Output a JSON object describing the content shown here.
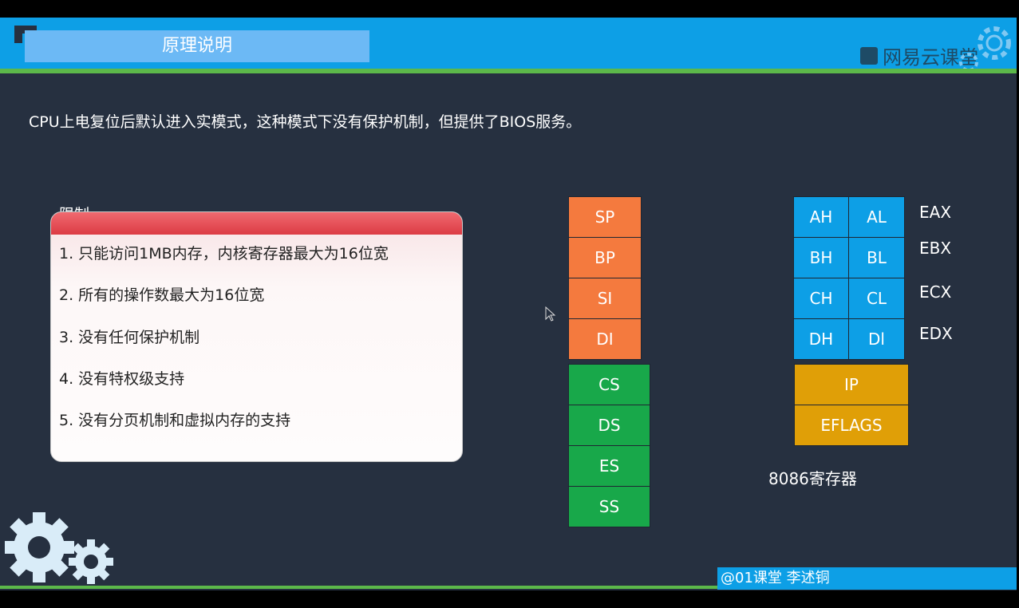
{
  "header": {
    "title": "原理说明",
    "brand": "网易云课堂",
    "brand_icon": "book-icon",
    "colors": {
      "header": "#0d9fe6",
      "accent_green": "#5cb84a",
      "background": "#263040"
    }
  },
  "intro": "CPU上电复位后默认进入实模式，这种模式下没有保护机制，但提供了BIOS服务。",
  "limits": {
    "label": "限制",
    "items": [
      "1. 只能访问1MB内存，内核寄存器最大为16位宽",
      "2. 所有的操作数最大为16位宽",
      "3. 没有任何保护机制",
      "4. 没有特权级支持",
      "5. 没有分页机制和虚拟内存的支持"
    ]
  },
  "registers": {
    "pointer_index": [
      "SP",
      "BP",
      "SI",
      "DI"
    ],
    "segment": [
      "CS",
      "DS",
      "ES",
      "SS"
    ],
    "general": [
      {
        "high": "AH",
        "low": "AL",
        "name": "EAX"
      },
      {
        "high": "BH",
        "low": "BL",
        "name": "EBX"
      },
      {
        "high": "CH",
        "low": "CL",
        "name": "ECX"
      },
      {
        "high": "DH",
        "low": "Dl",
        "name": "EDX"
      }
    ],
    "special": [
      "IP",
      "EFLAGS"
    ],
    "caption": "8086寄存器",
    "colors": {
      "pointer_index": "#f47a3e",
      "segment": "#18a84a",
      "general": "#0d9fe6",
      "special": "#e09f07"
    }
  },
  "footer": {
    "credit": "@01课堂 李述铜"
  }
}
